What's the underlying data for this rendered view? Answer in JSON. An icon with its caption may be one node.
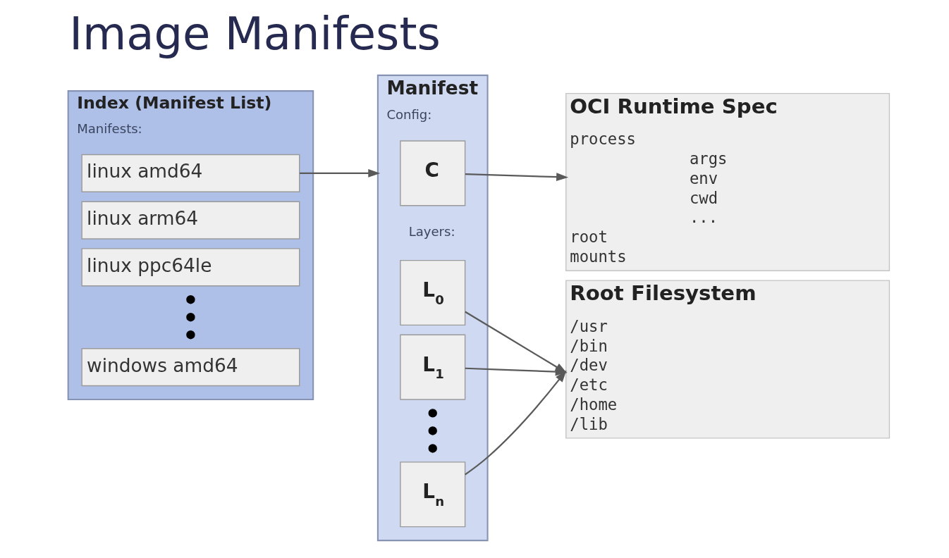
{
  "diagram": {
    "title": "Image Manifests",
    "nodes": [
      {
        "text": [
          "Index (Manifest List)",
          "Manifests:"
        ]
      },
      {
        "text": [
          "linux amd64"
        ],
        "in": 0
      },
      {
        "text": [
          "linux arm64"
        ],
        "in": 0
      },
      {
        "text": [
          "linux ppc64le"
        ],
        "in": 0
      },
      {
        "text": [
          "windows amd64"
        ],
        "in": 0
      },
      {
        "text": [
          "Manifest",
          "Config:",
          "Layers:"
        ]
      },
      {
        "text": [
          "C"
        ],
        "in": 5
      },
      {
        "text": [
          "L$_{0}$"
        ],
        "in": 5
      },
      {
        "text": [
          "L$_{1}$"
        ],
        "in": 5
      },
      {
        "text": [
          "L$_{n}$"
        ],
        "in": 5
      },
      {
        "text": [
          "OCI Runtime Spec",
          "process",
          "args",
          "env",
          "cwd",
          "...",
          "root",
          "mounts"
        ]
      },
      {
        "text": [
          "Root Filesystem",
          "/usr",
          "/bin",
          "/dev",
          "/etc",
          "/home",
          "/lib"
        ]
      }
    ],
    "edges": [
      {
        "from": 1,
        "to": 5,
        "arrow": "to"
      },
      {
        "from": 6,
        "to": 10,
        "arrow": "to"
      },
      {
        "from": 7,
        "to": 11,
        "arrow": "to"
      },
      {
        "from": 8,
        "to": 11,
        "arrow": "to"
      },
      {
        "from": 9,
        "to": 11,
        "arrow": "to"
      }
    ]
  }
}
